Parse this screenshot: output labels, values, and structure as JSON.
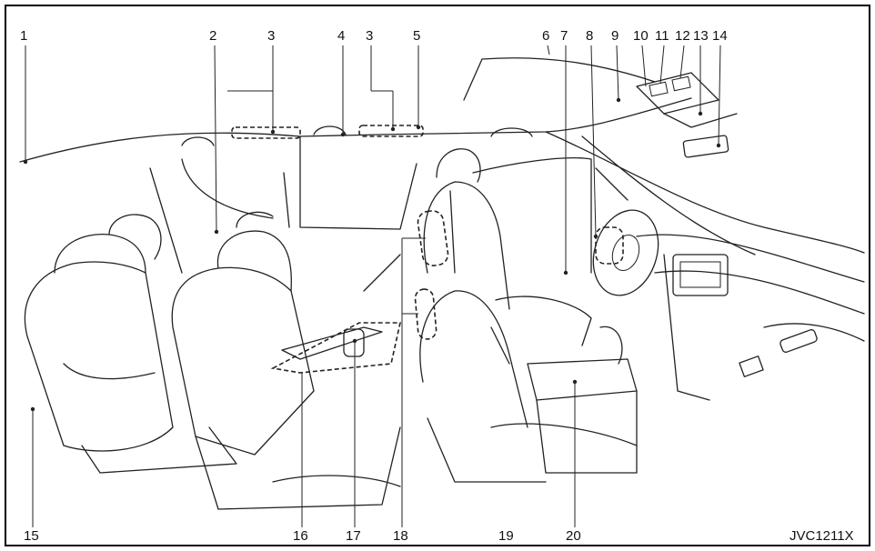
{
  "callouts": [
    {
      "id": "1",
      "label": "1"
    },
    {
      "id": "2",
      "label": "2"
    },
    {
      "id": "3a",
      "label": "3"
    },
    {
      "id": "4",
      "label": "4"
    },
    {
      "id": "3b",
      "label": "3"
    },
    {
      "id": "5",
      "label": "5"
    },
    {
      "id": "6",
      "label": "6"
    },
    {
      "id": "7",
      "label": "7"
    },
    {
      "id": "8",
      "label": "8"
    },
    {
      "id": "9",
      "label": "9"
    },
    {
      "id": "10",
      "label": "10"
    },
    {
      "id": "11",
      "label": "11"
    },
    {
      "id": "12",
      "label": "12"
    },
    {
      "id": "13",
      "label": "13"
    },
    {
      "id": "14",
      "label": "14"
    },
    {
      "id": "15",
      "label": "15"
    },
    {
      "id": "16",
      "label": "16"
    },
    {
      "id": "17",
      "label": "17"
    },
    {
      "id": "18",
      "label": "18"
    },
    {
      "id": "19",
      "label": "19"
    },
    {
      "id": "20",
      "label": "20"
    }
  ],
  "figure_code": "JVC1211X",
  "colors": {
    "line": "#222222",
    "background": "#ffffff",
    "frame": "#000000"
  }
}
